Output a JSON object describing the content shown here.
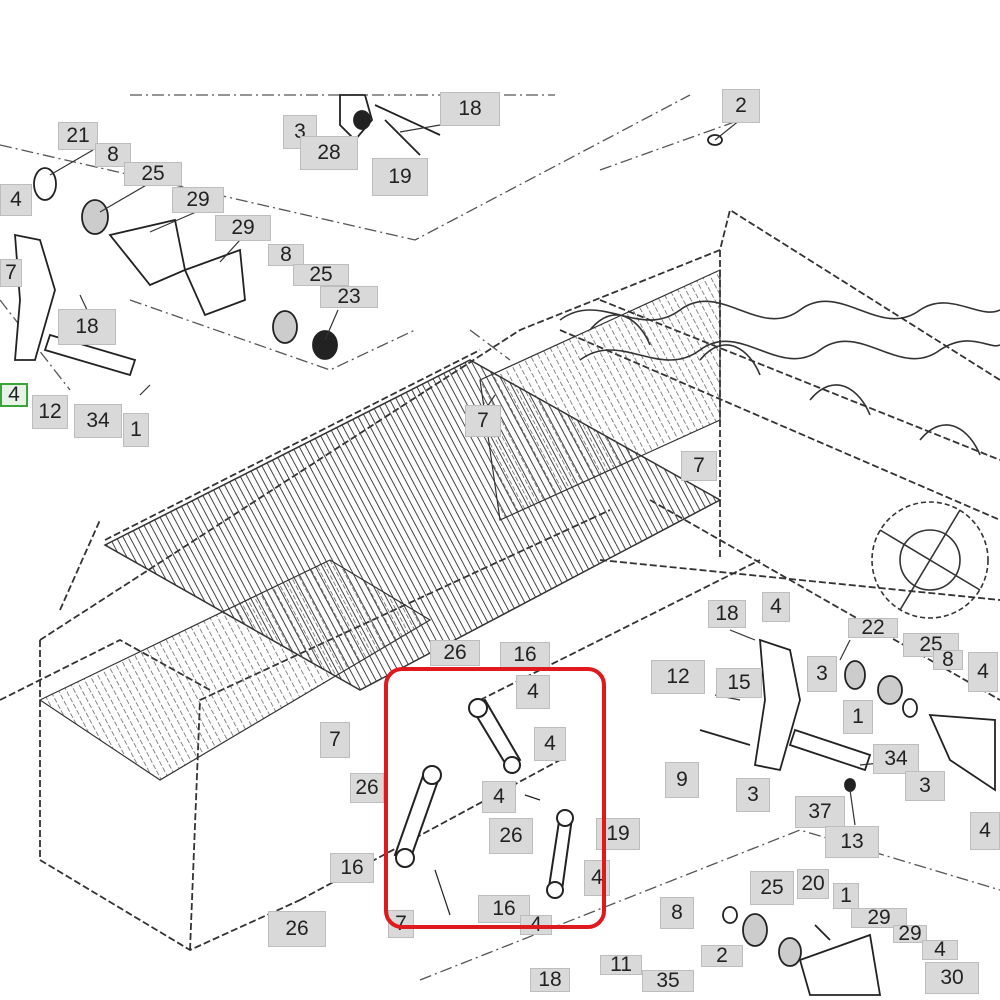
{
  "diagram": {
    "callouts": [
      {
        "id": "c-18-top",
        "label": "18"
      },
      {
        "id": "c-2-top",
        "label": "2"
      },
      {
        "id": "c-3-top",
        "label": "3"
      },
      {
        "id": "c-28-top",
        "label": "28"
      },
      {
        "id": "c-19-top",
        "label": "19"
      },
      {
        "id": "c-21",
        "label": "21"
      },
      {
        "id": "c-8-a",
        "label": "8"
      },
      {
        "id": "c-25-a",
        "label": "25"
      },
      {
        "id": "c-29-a",
        "label": "29"
      },
      {
        "id": "c-4-a",
        "label": "4"
      },
      {
        "id": "c-29-b",
        "label": "29"
      },
      {
        "id": "c-8-b",
        "label": "8"
      },
      {
        "id": "c-25-b",
        "label": "25"
      },
      {
        "id": "c-23",
        "label": "23"
      },
      {
        "id": "c-7-edge",
        "label": "7"
      },
      {
        "id": "c-18-left",
        "label": "18"
      },
      {
        "id": "c-4-green",
        "label": "4"
      },
      {
        "id": "c-12-left",
        "label": "12"
      },
      {
        "id": "c-34-left",
        "label": "34"
      },
      {
        "id": "c-1-left",
        "label": "1"
      },
      {
        "id": "c-7-mid-a",
        "label": "7"
      },
      {
        "id": "c-7-mid-b",
        "label": "7"
      },
      {
        "id": "c-18-right",
        "label": "18"
      },
      {
        "id": "c-4-right-a",
        "label": "4"
      },
      {
        "id": "c-22",
        "label": "22"
      },
      {
        "id": "c-25-right",
        "label": "25"
      },
      {
        "id": "c-8-right",
        "label": "8"
      },
      {
        "id": "c-4-right-b",
        "label": "4"
      },
      {
        "id": "c-26-a",
        "label": "26"
      },
      {
        "id": "c-16-a",
        "label": "16"
      },
      {
        "id": "c-12-right",
        "label": "12"
      },
      {
        "id": "c-15",
        "label": "15"
      },
      {
        "id": "c-3-right-a",
        "label": "3"
      },
      {
        "id": "c-1-right",
        "label": "1"
      },
      {
        "id": "c-4-box-a",
        "label": "4"
      },
      {
        "id": "c-4-box-b",
        "label": "4"
      },
      {
        "id": "c-7-left-b",
        "label": "7"
      },
      {
        "id": "c-9",
        "label": "9"
      },
      {
        "id": "c-34-right",
        "label": "34"
      },
      {
        "id": "c-3-right-b",
        "label": "3"
      },
      {
        "id": "c-3-right-c",
        "label": "3"
      },
      {
        "id": "c-26-b",
        "label": "26"
      },
      {
        "id": "c-4-box-c",
        "label": "4"
      },
      {
        "id": "c-26-c",
        "label": "26"
      },
      {
        "id": "c-19-mid",
        "label": "19"
      },
      {
        "id": "c-37",
        "label": "37"
      },
      {
        "id": "c-4-right-c",
        "label": "4"
      },
      {
        "id": "c-13",
        "label": "13"
      },
      {
        "id": "c-16-b",
        "label": "16"
      },
      {
        "id": "c-4-box-d",
        "label": "4"
      },
      {
        "id": "c-16-c",
        "label": "16"
      },
      {
        "id": "c-4-box-e",
        "label": "4"
      },
      {
        "id": "c-7-bottom",
        "label": "7"
      },
      {
        "id": "c-26-bottom",
        "label": "26"
      },
      {
        "id": "c-8-bottom",
        "label": "8"
      },
      {
        "id": "c-25-bottom",
        "label": "25"
      },
      {
        "id": "c-20",
        "label": "20"
      },
      {
        "id": "c-1-bottom",
        "label": "1"
      },
      {
        "id": "c-29-c",
        "label": "29"
      },
      {
        "id": "c-29-d",
        "label": "29"
      },
      {
        "id": "c-4-bottom",
        "label": "4"
      },
      {
        "id": "c-30",
        "label": "30"
      },
      {
        "id": "c-2-bottom",
        "label": "2"
      },
      {
        "id": "c-11",
        "label": "11"
      },
      {
        "id": "c-35",
        "label": "35"
      },
      {
        "id": "c-18-bottom",
        "label": "18"
      }
    ],
    "highlight_color": "#e0191e",
    "accent_label_color": "#3aa53a"
  }
}
